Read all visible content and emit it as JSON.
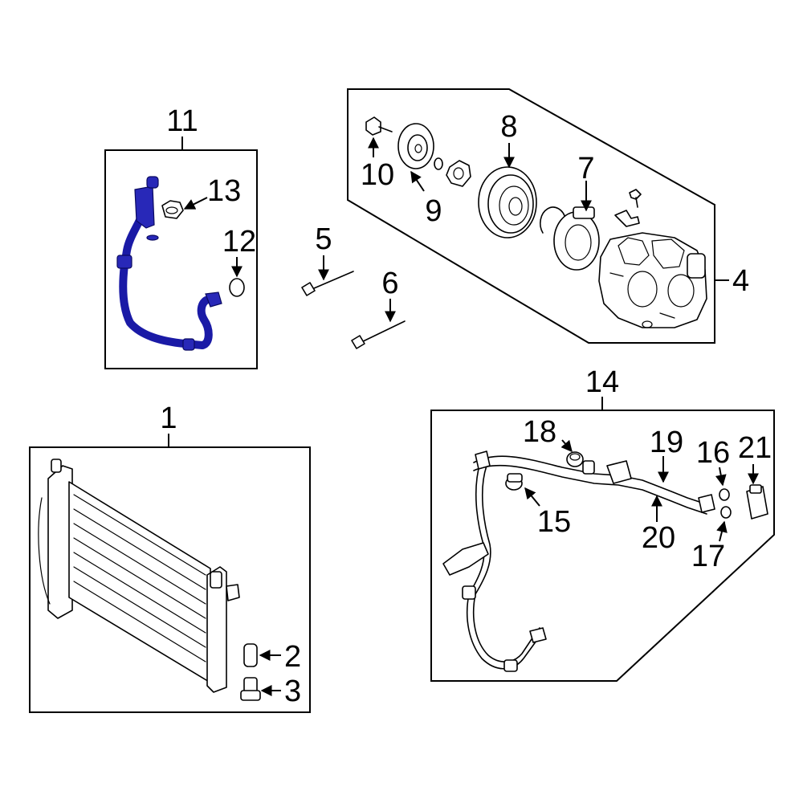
{
  "callouts": {
    "c1": "1",
    "c2": "2",
    "c3": "3",
    "c4": "4",
    "c5": "5",
    "c6": "6",
    "c7": "7",
    "c8": "8",
    "c9": "9",
    "c10": "10",
    "c11": "11",
    "c12": "12",
    "c13": "13",
    "c14": "14",
    "c15": "15",
    "c16": "16",
    "c17": "17",
    "c18": "18",
    "c19": "19",
    "c20": "20",
    "c21": "21"
  },
  "colors": {
    "highlight": "#2828b8",
    "line": "#000000",
    "background": "#ffffff"
  }
}
